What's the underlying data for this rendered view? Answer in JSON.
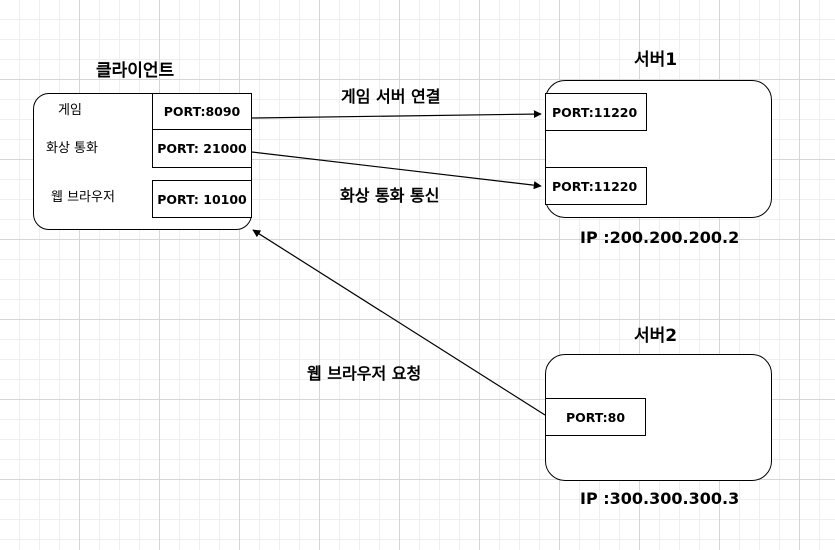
{
  "client": {
    "title": "클라이언트",
    "apps": [
      {
        "name": "게임",
        "port": "PORT:8090"
      },
      {
        "name": "화상 통화",
        "port": "PORT: 21000"
      },
      {
        "name": "웹 브라우저",
        "port": "PORT: 10100"
      }
    ]
  },
  "server1": {
    "title": "서버1",
    "ports": [
      "PORT:11220",
      "PORT:11220"
    ],
    "ip": "IP :200.200.200.2"
  },
  "server2": {
    "title": "서버2",
    "port": "PORT:80",
    "ip": "IP :300.300.300.3"
  },
  "edges": {
    "game_connect": "게임 서버 연결",
    "video_call": "화상 통화 통신",
    "web_request": "웹 브라우저 요청"
  },
  "colors": {
    "stroke": "#000000",
    "background": "#ffffff",
    "grid": "#d6d6d6"
  }
}
